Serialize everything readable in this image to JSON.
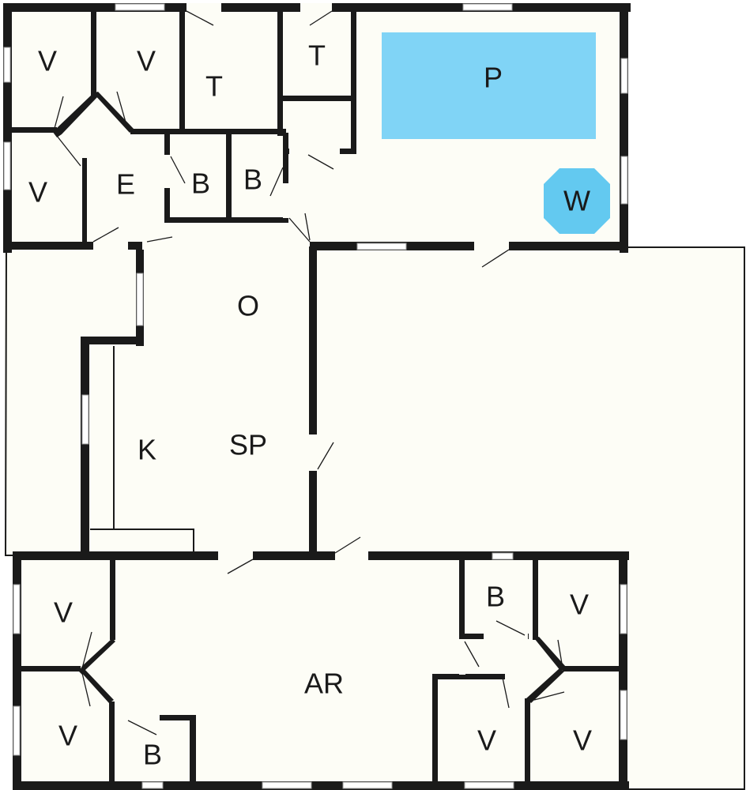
{
  "colors": {
    "floor": "#fdfdf6",
    "wall": "#1a1a1a",
    "pool": "#80d4f6",
    "whirlpool": "#63c9f0",
    "background": "#ffffff"
  },
  "rooms": {
    "bedroom_nw_1": "V",
    "bedroom_nw_2": "V",
    "bedroom_w": "V",
    "toilet_1": "T",
    "toilet_2": "T",
    "entrance": "E",
    "bathroom_1": "B",
    "bathroom_2": "B",
    "pool": "P",
    "whirlpool": "W",
    "hall": "O",
    "kitchen": "K",
    "dining": "SP",
    "activity_room": "AR",
    "bedroom_sw_1": "V",
    "bedroom_sw_2": "V",
    "bathroom_sw": "B",
    "bathroom_se": "B",
    "bedroom_se_1": "V",
    "bedroom_se_2": "V",
    "bedroom_se_3": "V"
  }
}
